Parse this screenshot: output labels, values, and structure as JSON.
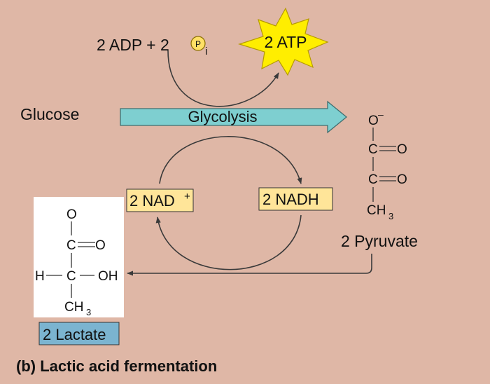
{
  "inputs": {
    "adp_text": "2 ADP + 2",
    "phosphate_symbol": "P",
    "phosphate_subscript": "i",
    "atp": "2 ATP"
  },
  "glucose": "Glucose",
  "glycolysis": "Glycolysis",
  "nad": "2 NAD",
  "nad_charge": "+",
  "nadh": "2 NADH",
  "pyruvate": {
    "o_minus": "O",
    "minus": "–",
    "c1": "C",
    "c2": "C",
    "o1": "O",
    "o2": "O",
    "ch": "CH",
    "sub3": "3",
    "name": "2 Pyruvate"
  },
  "lactate": {
    "o_top": "O",
    "c_top": "C",
    "o_right": "O",
    "h": "H",
    "c_mid": "C",
    "oh": "OH",
    "ch": "CH",
    "sub3": "3",
    "name": "2 Lactate"
  },
  "caption": "(b) Lactic acid fermentation",
  "colors": {
    "background": "#dfb7a6",
    "glycolysis_arrow": "#7ecfd0",
    "nad_box": "#ffe599",
    "lactate_box": "#7bb4d0",
    "atp_burst": "#ffee00",
    "phosphate_circle": "#ffe066"
  }
}
